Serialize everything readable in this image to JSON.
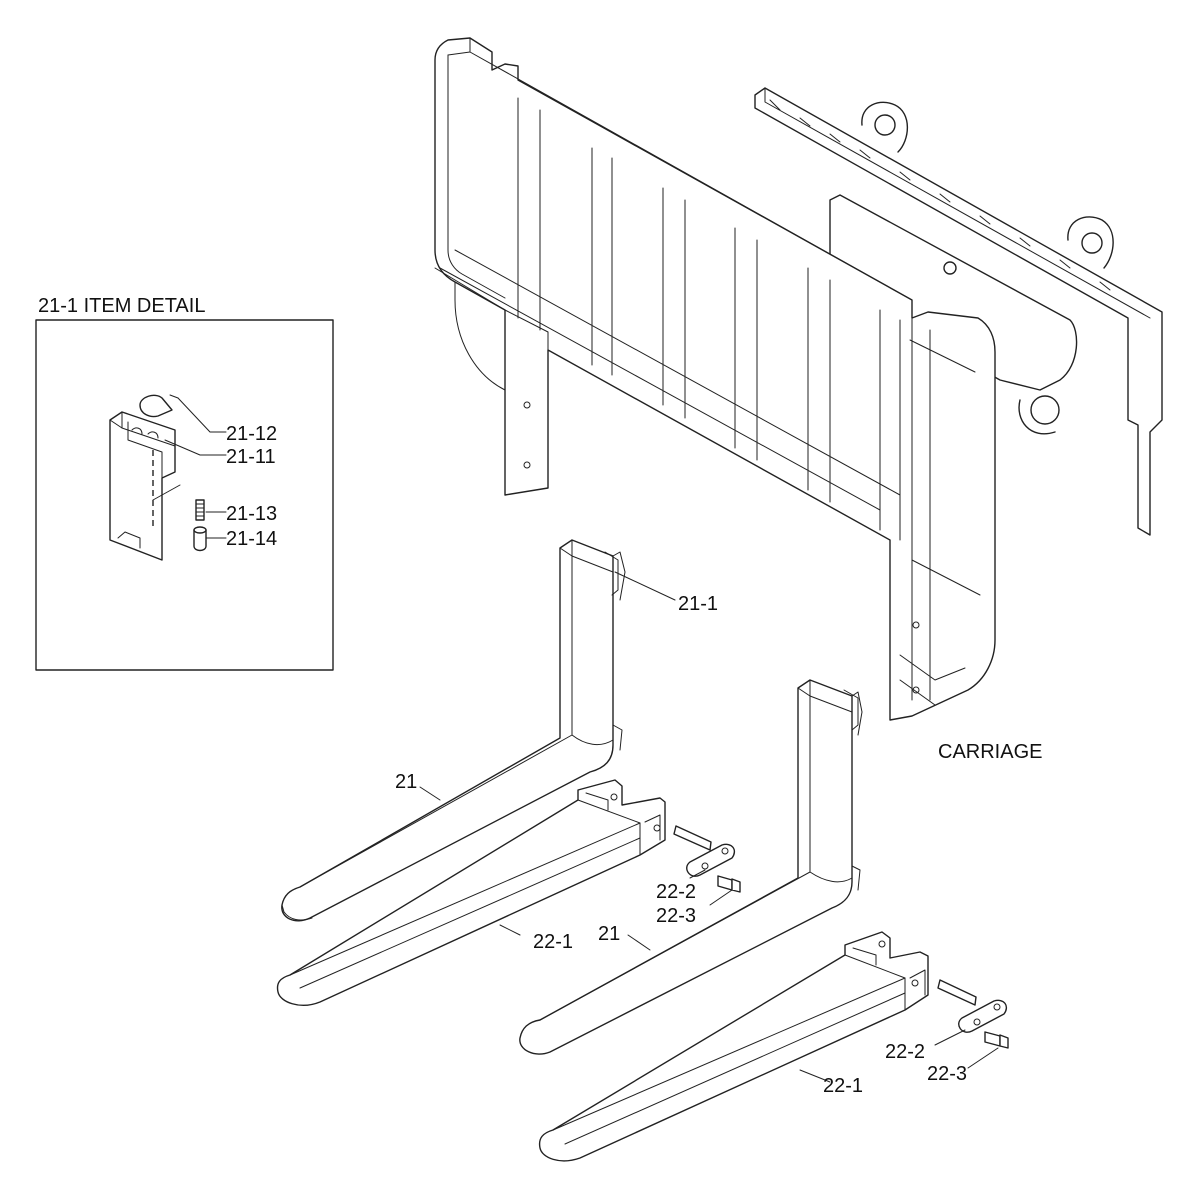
{
  "detail_box": {
    "title": "21-1 ITEM DETAIL",
    "labels": {
      "p21_12": "21-12",
      "p21_11": "21-11",
      "p21_13": "21-13",
      "p21_14": "21-14"
    }
  },
  "labels": {
    "carriage": "CARRIAGE",
    "p21_1": "21-1",
    "p21_left": "21",
    "p21_right": "21",
    "p22_1_left": "22-1",
    "p22_2_left": "22-2",
    "p22_3_left": "22-3",
    "p22_1_right": "22-1",
    "p22_2_right": "22-2",
    "p22_3_right": "22-3"
  }
}
